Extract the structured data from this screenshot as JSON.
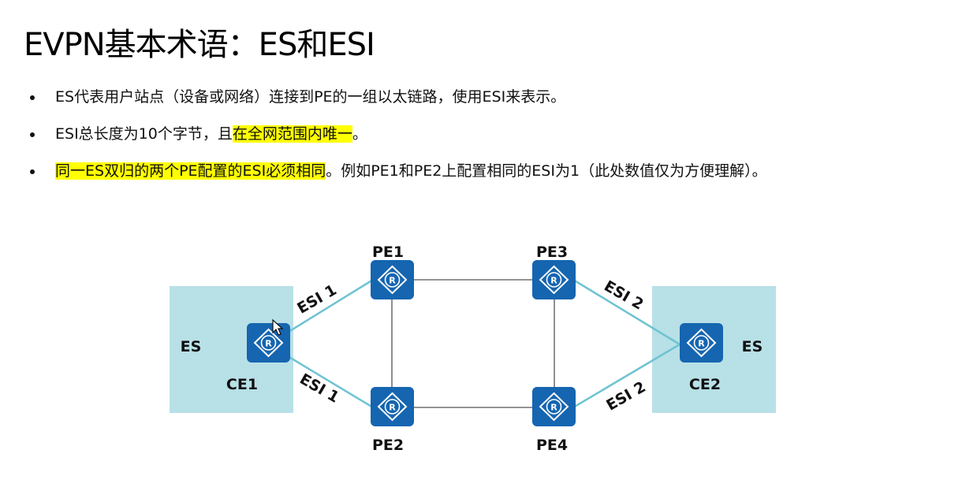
{
  "title": "EVPN基本术语：ES和ESI",
  "bullets": [
    {
      "text": "ES代表用户站点（设备或网络）连接到PE的一组以太链路，使用ESI来表示。"
    },
    {
      "pre": "ESI总长度为10个字节，且",
      "highlight": "在全网范围内唯一",
      "post": "。"
    },
    {
      "pre": "",
      "highlight": "同一ES双归的两个PE配置的ESI必须相同",
      "post": "。例如PE1和PE2上配置相同的ESI为1（此处数值仅为方便理解）。"
    }
  ],
  "diagram": {
    "es_left_label": "ES",
    "es_right_label": "ES",
    "nodes": {
      "ce1": "CE1",
      "ce2": "CE2",
      "pe1": "PE1",
      "pe2": "PE2",
      "pe3": "PE3",
      "pe4": "PE4"
    },
    "links": {
      "ce1_pe1": "ESI 1",
      "ce1_pe2": "ESI 1",
      "pe3_ce2": "ESI 2",
      "pe4_ce2": "ESI 2"
    },
    "router_icon_letter": "R",
    "colors": {
      "es_box": "#b8e0e7",
      "router": "#1565b0",
      "access_link": "#6ec3d2",
      "core_link": "#555555",
      "highlight": "#ffff00"
    }
  }
}
